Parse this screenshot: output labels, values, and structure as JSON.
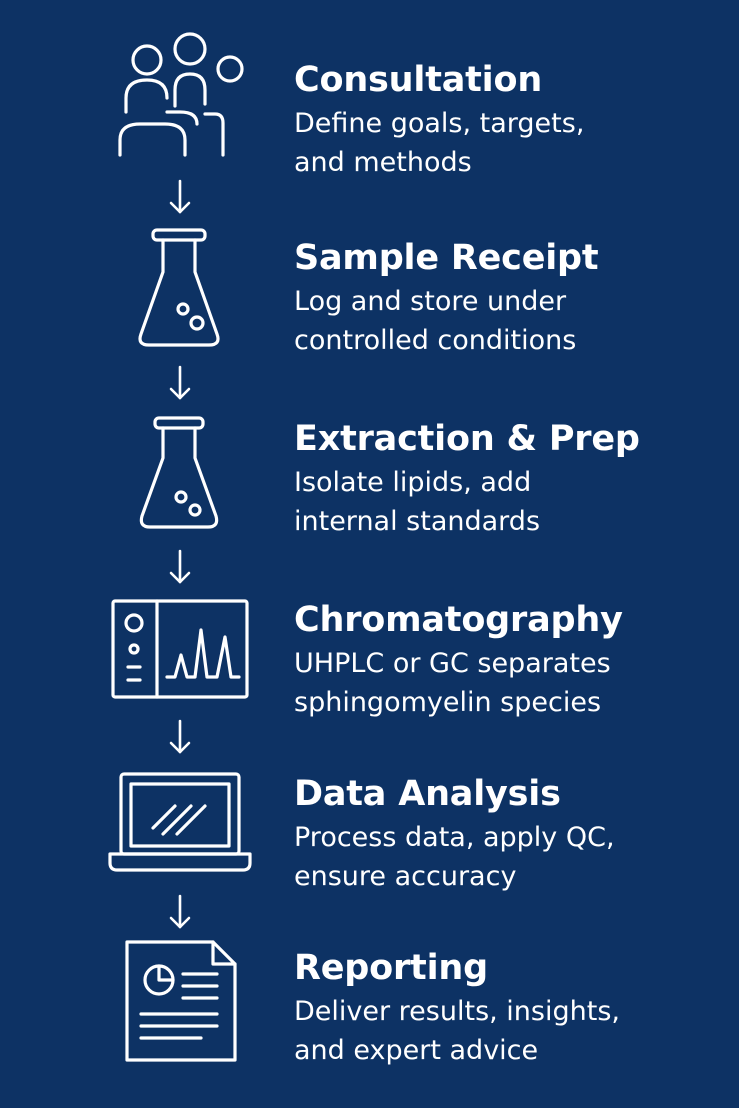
{
  "accent_color": "#0d3264",
  "line_color": "#ffffff",
  "steps": [
    {
      "title": "Consultation",
      "desc_lines": [
        "Define goals, targets,",
        "and methods"
      ],
      "icon": "people-group-icon"
    },
    {
      "title": "Sample Receipt",
      "desc_lines": [
        "Log and store under",
        "controlled conditions"
      ],
      "icon": "erlenmeyer-flask-icon"
    },
    {
      "title": "Extraction & Prep",
      "desc_lines": [
        "Isolate lipids, add",
        "internal standards"
      ],
      "icon": "erlenmeyer-flask-icon"
    },
    {
      "title": "Chromatography",
      "desc_lines": [
        "UHPLC or GC separates",
        "sphingomyelin species"
      ],
      "icon": "chromatograph-instrument-icon"
    },
    {
      "title": "Data Analysis",
      "desc_lines": [
        "Process data, apply QC,",
        "ensure accuracy"
      ],
      "icon": "laptop-icon"
    },
    {
      "title": "Reporting",
      "desc_lines": [
        "Deliver results, insights,",
        "and expert advice"
      ],
      "icon": "report-document-icon"
    }
  ]
}
